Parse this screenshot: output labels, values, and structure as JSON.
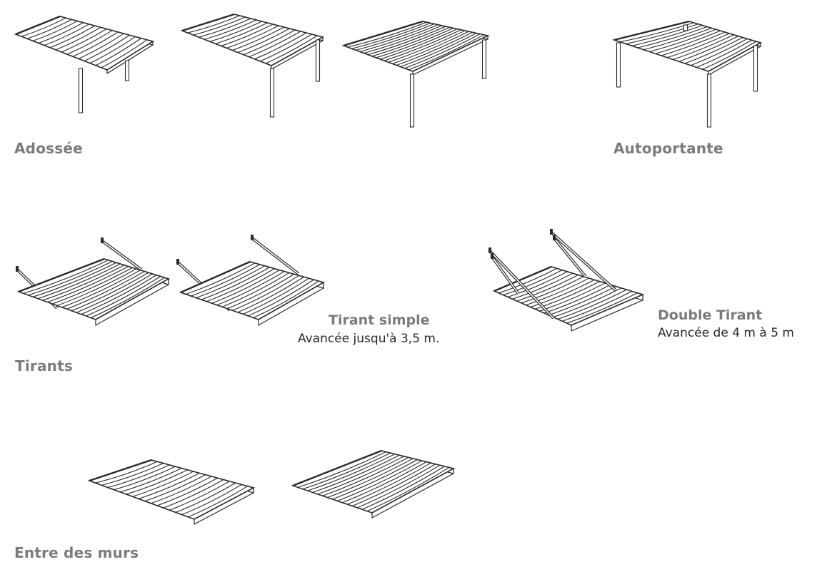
{
  "labels": {
    "adossee": "Adossée",
    "autoportante": "Autoportante",
    "tirants": "Tirants",
    "tirant_simple_title": "Tirant simple",
    "tirant_simple_desc": "Avancée jusqu'à 3,5 m.",
    "double_tirant_title": "Double Tirant",
    "double_tirant_desc": "Avancée de 4 m à 5 m",
    "entre_murs": "Entre des murs"
  },
  "illustrations": [
    {
      "name": "pergola-adossee-1-illustration",
      "variant": "adossee"
    },
    {
      "name": "pergola-adossee-2-illustration",
      "variant": "adossee"
    },
    {
      "name": "pergola-adossee-3-illustration",
      "variant": "adossee"
    },
    {
      "name": "pergola-autoportante-illustration",
      "variant": "autoportante"
    },
    {
      "name": "pergola-tirant-1-illustration",
      "variant": "tirants"
    },
    {
      "name": "pergola-tirant-simple-illustration",
      "variant": "tirant-simple"
    },
    {
      "name": "pergola-double-tirant-illustration",
      "variant": "double-tirant"
    },
    {
      "name": "pergola-entre-murs-1-illustration",
      "variant": "entre-murs"
    },
    {
      "name": "pergola-entre-murs-2-illustration",
      "variant": "entre-murs"
    }
  ],
  "colors": {
    "label": "#7b7b7b",
    "description": "#2a2a2a",
    "line": "#2a2a2a"
  }
}
